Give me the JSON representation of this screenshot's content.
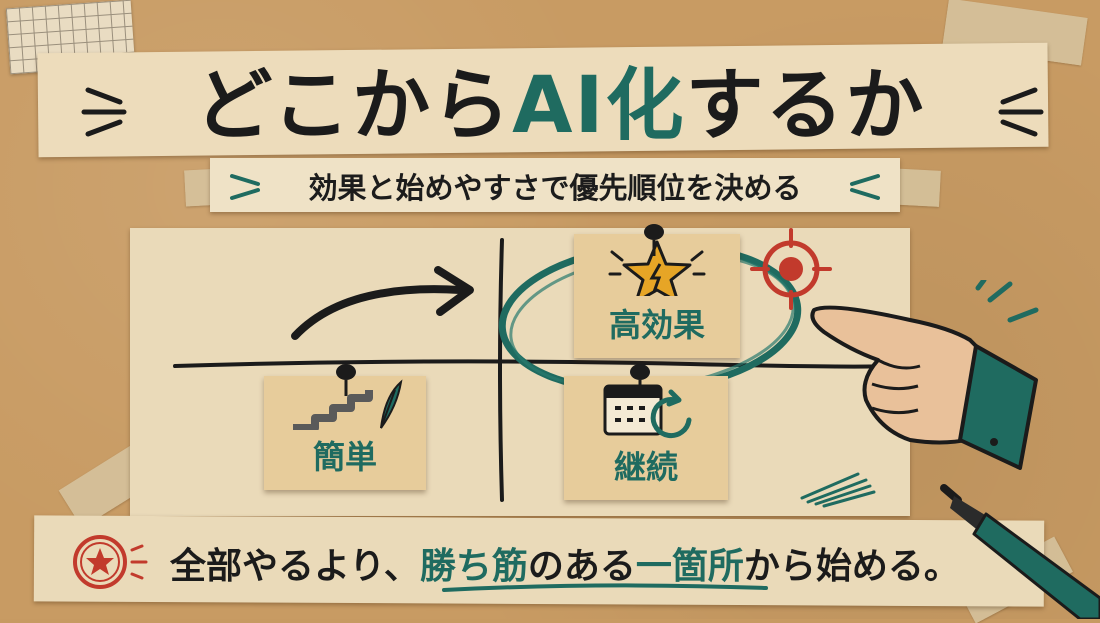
{
  "title": {
    "prefix": "どこから",
    "accent": "AI化",
    "suffix": "するか"
  },
  "subtitle": "効果と始めやすさで優先順位を決める",
  "matrix": {
    "cards": [
      {
        "label": "高効果",
        "icon": "star-lightning-icon"
      },
      {
        "label": "簡単",
        "icon": "stairs-feather-icon"
      },
      {
        "label": "継続",
        "icon": "calendar-refresh-icon"
      }
    ]
  },
  "bottom": {
    "part1": "全部やるより、",
    "highlight1": "勝ち筋",
    "part2": "のある",
    "highlight2": "一箇所",
    "part3": "から始める。",
    "icon": "red-star-stamp-icon"
  },
  "colors": {
    "accent": "#1f6b60",
    "text": "#1b1b1b",
    "stamp": "#c23a2c",
    "card": "#e7cc9b",
    "board": "#c89b63"
  }
}
